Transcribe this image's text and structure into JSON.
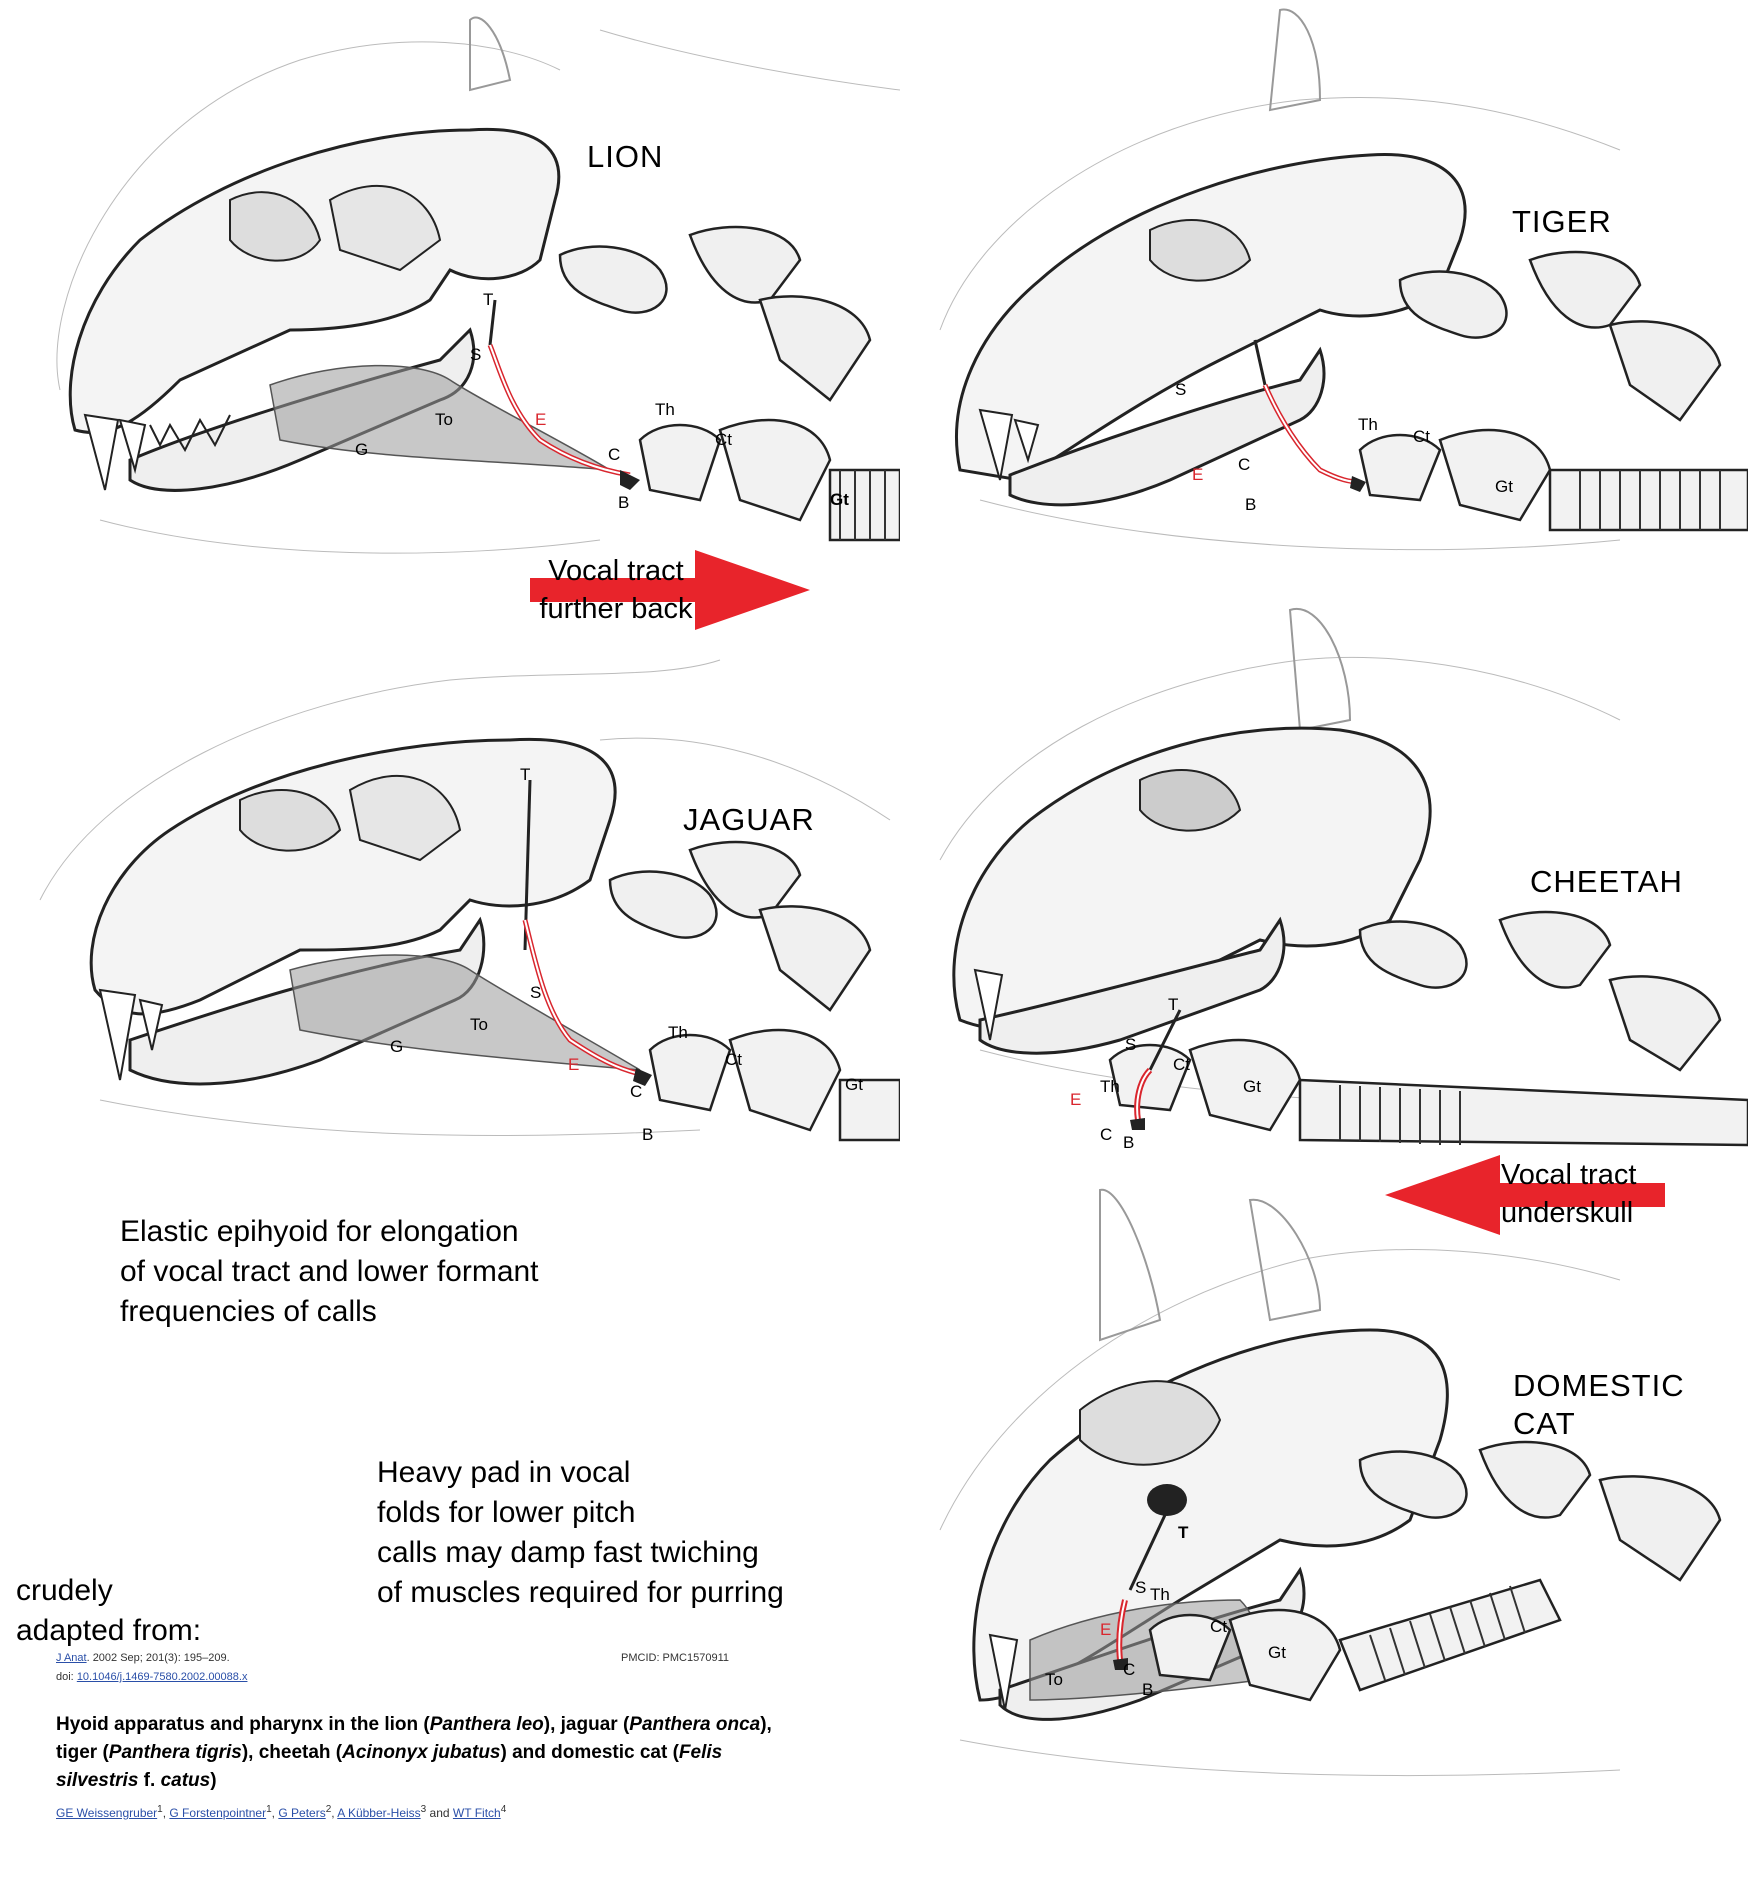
{
  "panels": {
    "lion": {
      "label": "LION",
      "parts": {
        "T": "T",
        "S": "S",
        "E": "E",
        "To": "To",
        "G": "G",
        "Th": "Th",
        "Ct": "Ct",
        "C": "C",
        "B": "B",
        "Gt": "Gt"
      }
    },
    "tiger": {
      "label": "TIGER",
      "parts": {
        "S": "S",
        "E": "E",
        "Th": "Th",
        "Ct": "Ct",
        "C": "C",
        "B": "B",
        "Gt": "Gt"
      }
    },
    "jaguar": {
      "label": "JAGUAR",
      "parts": {
        "T": "T",
        "S": "S",
        "E": "E",
        "To": "To",
        "G": "G",
        "Th": "Th",
        "Ct": "Ct",
        "C": "C",
        "B": "B",
        "Gt": "Gt"
      }
    },
    "cheetah": {
      "label": "CHEETAH",
      "parts": {
        "T": "T",
        "S": "S",
        "E": "E",
        "Th": "Th",
        "Ct": "Ct",
        "C": "C",
        "B": "B",
        "Gt": "Gt"
      }
    },
    "domestic": {
      "label_line1": "DOMESTIC",
      "label_line2": "CAT",
      "parts": {
        "T": "T",
        "S": "S",
        "E": "E",
        "To": "To",
        "Th": "Th",
        "Ct": "Ct",
        "C": "C",
        "B": "B",
        "Gt": "Gt"
      }
    }
  },
  "arrows": {
    "back": {
      "line1": "Vocal tract",
      "line2": "further back"
    },
    "under": {
      "line1": "Vocal tract",
      "line2": "underskull"
    }
  },
  "notes": {
    "epihyoid": [
      "Elastic epihyoid for elongation",
      "of vocal tract and lower formant",
      "frequencies of calls"
    ],
    "pad": [
      "Heavy pad in vocal",
      "folds for lower pitch",
      "calls may damp fast twiching",
      "of muscles required for purring"
    ],
    "adapted": [
      "crudely",
      "adapted from:"
    ]
  },
  "citation": {
    "journal": "J Anat",
    "issue": ". 2002 Sep; 201(3): 195–209.",
    "doi_label": "doi:",
    "doi": "10.1046/j.1469-7580.2002.00088.x",
    "pmcid": "PMCID: PMC1570911",
    "title_parts": [
      {
        "t": "Hyoid apparatus and pharynx in the lion (",
        "i": false
      },
      {
        "t": "Panthera leo",
        "i": true
      },
      {
        "t": "), jaguar (",
        "i": false
      },
      {
        "t": "Panthera onca",
        "i": true
      },
      {
        "t": "), tiger (",
        "i": false
      },
      {
        "t": "Panthera tigris",
        "i": true
      },
      {
        "t": "), cheetah (",
        "i": false
      },
      {
        "t": "Acinonyx jubatus",
        "i": true
      },
      {
        "t": ") and domestic cat (",
        "i": false
      },
      {
        "t": "Felis silvestris",
        "i": true
      },
      {
        "t": " f. ",
        "i": false
      },
      {
        "t": "catus",
        "i": true
      },
      {
        "t": ")",
        "i": false
      }
    ],
    "authors": [
      {
        "name": "GE Weissengruber",
        "sup": "1"
      },
      {
        "name": "G Forstenpointner",
        "sup": "1"
      },
      {
        "name": "G Peters",
        "sup": "2"
      },
      {
        "name": "A Kübber-Heiss",
        "sup": "3"
      },
      {
        "name": "WT Fitch",
        "sup": "4"
      }
    ],
    "and_word": "and"
  },
  "colors": {
    "arrow": "#e8242b",
    "epihyoid": "#d9262e",
    "shade": "#9a9a9a"
  }
}
